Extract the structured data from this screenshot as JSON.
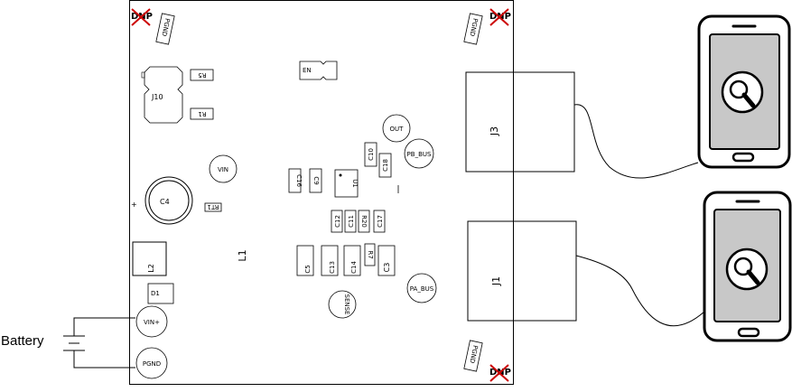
{
  "battery_label": "Battery",
  "pcb": {
    "dnp": "DNP",
    "pgnd_pad": "PGND",
    "connectors": {
      "j3": "J3",
      "j1": "J1"
    },
    "labels": {
      "en": "EN",
      "j10": "J10",
      "r5": "R5",
      "r1": "R1",
      "out": "OUT",
      "pb_bus": "PB_BUS",
      "vin": "VIN",
      "c10": "C10",
      "c18": "C18",
      "c16": "C16",
      "c9": "C9",
      "u1": "U1",
      "c4": "C4",
      "plus": "+",
      "rt1": "RT1",
      "c12": "C12",
      "c11": "C11",
      "r20": "R20",
      "c17": "C17",
      "l1": "L1",
      "l2": "L2",
      "r7": "R7",
      "c5": "C5",
      "c13": "C13",
      "c14": "C14",
      "c3": "C3",
      "d1": "D1",
      "pa_bus": "PA_BUS",
      "sense": "SENSE",
      "vin_plus": "VIN+",
      "pgnd": "PGND"
    }
  },
  "colors": {
    "line": "#000000",
    "dnp_cross": "#cc0000",
    "screen": "#c8c8c8"
  },
  "icons": [
    "smartphone-icon",
    "magnifier-icon",
    "battery-icon",
    "dnp-cross-icon"
  ]
}
